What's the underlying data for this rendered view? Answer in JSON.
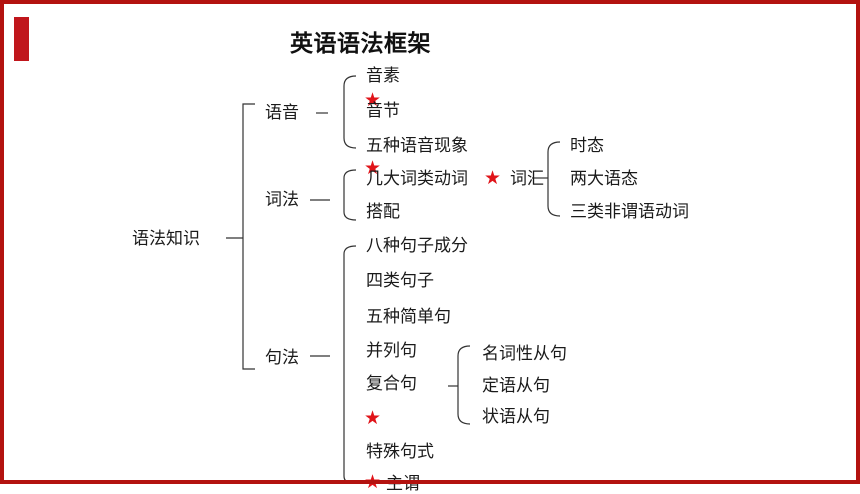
{
  "title_a": "英语",
  "title_b": "语法",
  "title_c": "框架",
  "root": "语法知识",
  "phonetics": {
    "label": "语音",
    "items": [
      "音素",
      "音节",
      "五种语音现象"
    ]
  },
  "morphology": {
    "label": "词法",
    "items": [
      "几大词类动词",
      "搭配"
    ],
    "vocab_label": "词汇",
    "verb_items": [
      "时态",
      "两大语态",
      "三类非谓语动词"
    ]
  },
  "syntax": {
    "label": "句法",
    "items": [
      "八种句子成分",
      "四类句子",
      "五种简单句",
      "并列句",
      "复合句",
      "特殊句式",
      "主谓"
    ],
    "clause_items": [
      "名词性从句",
      "定语从句",
      "状语从句"
    ]
  },
  "star_glyph": "★",
  "colors": {
    "accent": "#c0161c",
    "star": "#e0141a",
    "border": "#b3120f"
  }
}
